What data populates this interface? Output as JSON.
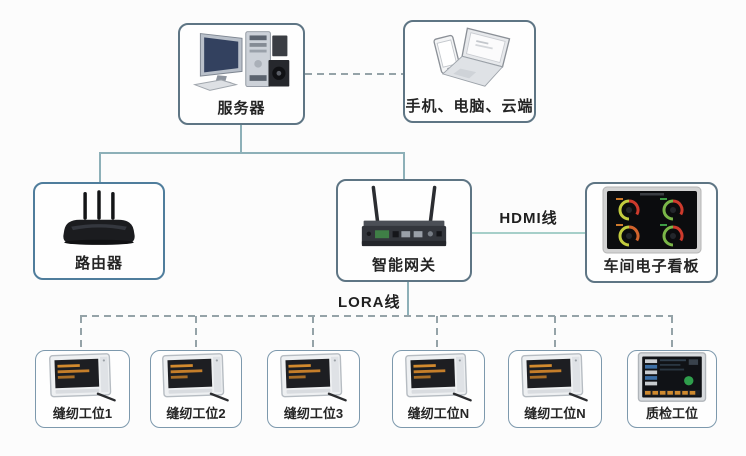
{
  "nodes": {
    "server": {
      "label": "服务器",
      "icon": "desktop-computer-icon"
    },
    "cloud": {
      "label": "手机、电脑、云端",
      "icon": "phone-laptop-icon"
    },
    "router": {
      "label": "路由器",
      "icon": "wifi-router-icon"
    },
    "gateway": {
      "label": "智能网关",
      "icon": "gateway-device-icon"
    },
    "board": {
      "label": "车间电子看板",
      "icon": "dashboard-screen-icon"
    },
    "stations": [
      {
        "label": "缝纫工位1",
        "icon": "workstation-terminal-icon"
      },
      {
        "label": "缝纫工位2",
        "icon": "workstation-terminal-icon"
      },
      {
        "label": "缝纫工位3",
        "icon": "workstation-terminal-icon"
      },
      {
        "label": "缝纫工位N",
        "icon": "workstation-terminal-icon"
      },
      {
        "label": "缝纫工位N",
        "icon": "workstation-terminal-icon"
      },
      {
        "label": "质检工位",
        "icon": "qc-terminal-icon"
      }
    ]
  },
  "links": {
    "hdmi": "HDMI线",
    "lora": "LORA线"
  },
  "colors": {
    "solid_line": "#8db0b8",
    "hdmi_line": "#a6cfc9",
    "dashed_line": "#95a3a8",
    "box_border": "#5e7584",
    "box_border_light": "#7d99ad",
    "text": "#242424"
  }
}
